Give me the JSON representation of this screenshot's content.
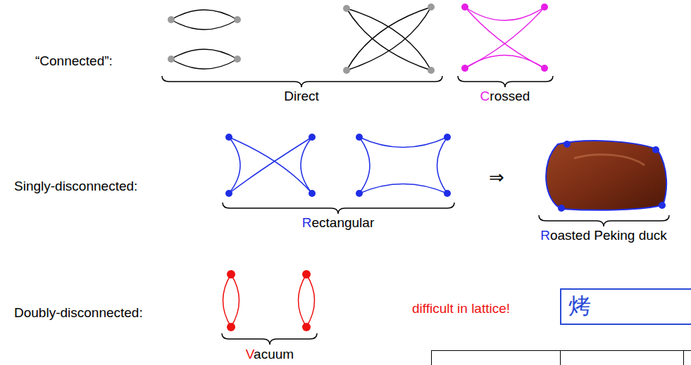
{
  "diagram": {
    "nodes": [
      {
        "text": [
          "烤"
        ]
      }
    ],
    "labels": [
      "“Connected”:",
      "Direct",
      "Crossed",
      "Singly-disconnected:",
      "Rectangular",
      "⇒",
      "Roasted Peking duck",
      "Doubly-disconnected:",
      "Vacuum",
      "difficult in lattice!"
    ]
  }
}
